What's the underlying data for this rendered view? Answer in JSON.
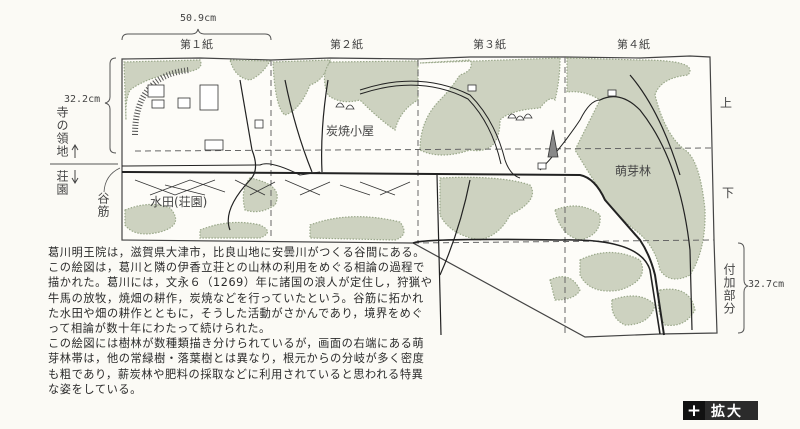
{
  "dimensions": {
    "width_top": "50.9cm",
    "height_main": "32.2cm",
    "height_added": "32.7cm"
  },
  "sheets": [
    "第１紙",
    "第２紙",
    "第３紙",
    "第４紙"
  ],
  "left_labels": {
    "temple_land": "寺の領地",
    "manor": "荘園",
    "valley": "谷筋"
  },
  "map_labels": {
    "paddy": "水田(荘園)",
    "charcoal_hut": "炭焼小屋",
    "coppice": "萌芽林"
  },
  "right_labels": {
    "upper": "上",
    "lower": "下",
    "added_part": "付加部分"
  },
  "description": [
    "葛川明王院は，滋賀県大津市，比良山地に安曇川がつくる谷間にある。",
    "この絵図は，葛川と隣の伊香立荘との山林の利用をめぐる相論の過程で",
    "描かれた。葛川には，文永６（1269）年に諸国の浪人が定住し，狩猟や",
    "牛馬の放牧，焼畑の耕作，炭焼などを行っていたという。谷筋に拓かれ",
    "た水田や畑の耕作とともに，そうした活動がさかんであり，境界をめぐ",
    "って相論が数十年にわたって続けられた。",
    "この絵図には樹林が数種類描き分けられているが，画面の右端にある萌",
    "芽林帯は，他の常緑樹・落葉樹とは異なり，根元からの分岐が多く密度",
    "も粗であり，薪炭林や肥料の採取などに利用されていると思われる特異",
    "な姿をしている。"
  ],
  "enlarge_button": {
    "icon": "plus-icon",
    "label": "拡大"
  },
  "colors": {
    "forest": "#cdd2c0",
    "forest_edge": "#9aa88a",
    "line": "#333333",
    "background": "#fbfaf5"
  }
}
